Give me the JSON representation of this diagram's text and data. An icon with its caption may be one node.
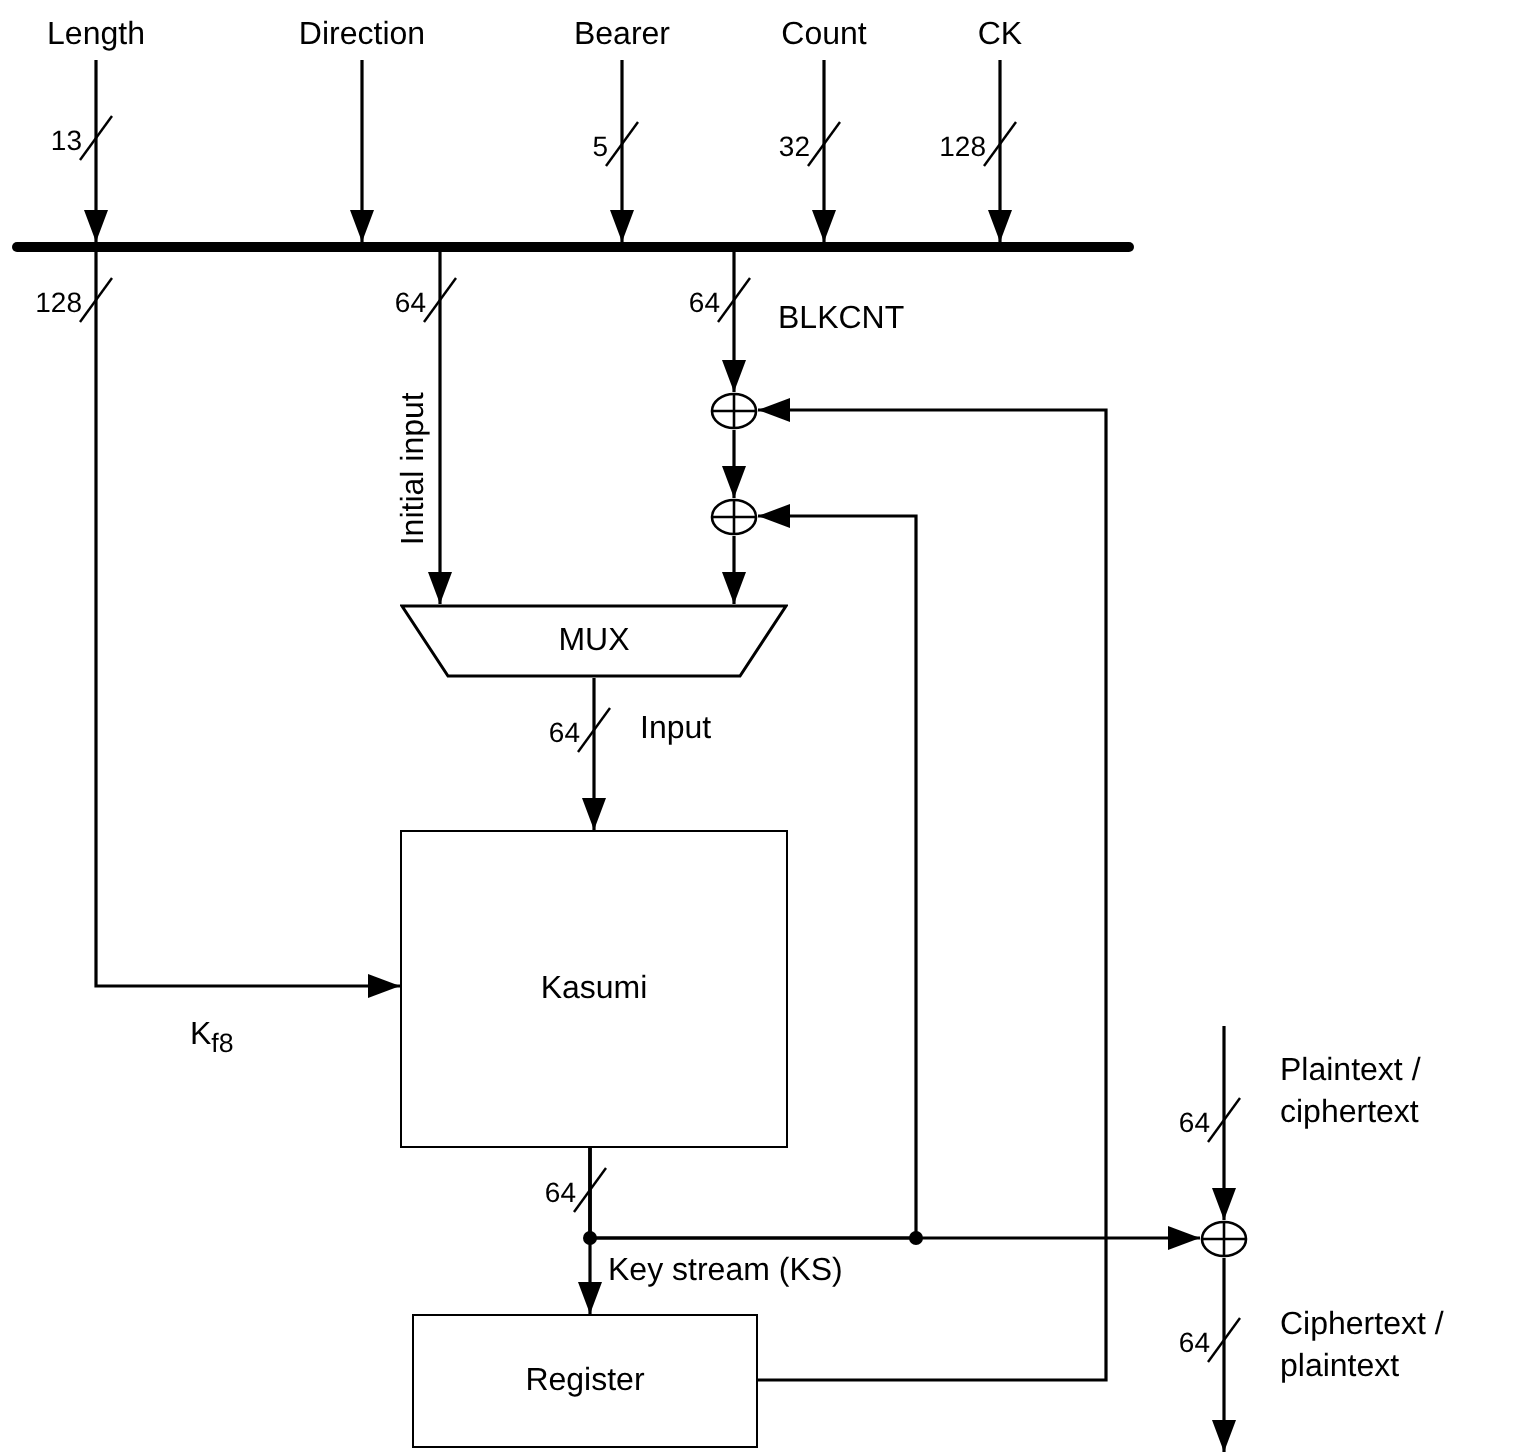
{
  "diagram": {
    "nodes": [
      {
        "text": [
          "Length"
        ]
      },
      {
        "text": [
          "Direction"
        ]
      },
      {
        "text": [
          "Bearer"
        ]
      },
      {
        "text": [
          "Count"
        ]
      },
      {
        "text": [
          "CK"
        ]
      },
      {
        "text": [],
        "shape": "bar"
      },
      {
        "text": [],
        "shape": "circle"
      },
      {
        "text": [],
        "shape": "circle"
      },
      {
        "text": [
          "MUX"
        ]
      },
      {
        "text": [
          "Kasumi"
        ]
      },
      {
        "text": [
          "Register"
        ]
      },
      {
        "text": [],
        "shape": "circle"
      }
    ],
    "edges": [
      {
        "from": 0,
        "to": 5,
        "arrow": "to",
        "label": "13"
      },
      {
        "from": 1,
        "to": 5,
        "arrow": "to"
      },
      {
        "from": 2,
        "to": 5,
        "arrow": "to",
        "label": "5"
      },
      {
        "from": 3,
        "to": 5,
        "arrow": "to",
        "label": "32"
      },
      {
        "from": 4,
        "to": 5,
        "arrow": "to",
        "label": "128"
      },
      {
        "from": 5,
        "to": 9,
        "arrow": "to",
        "label": "128"
      },
      {
        "from": 5,
        "to": 8,
        "arrow": "to",
        "label": "64"
      },
      {
        "from": 5,
        "to": 6,
        "arrow": "to",
        "label": "64"
      },
      {
        "from": 6,
        "to": 7,
        "arrow": "to"
      },
      {
        "from": 7,
        "to": 8,
        "arrow": "to"
      },
      {
        "from": 8,
        "to": 9,
        "arrow": "to",
        "label": "64"
      },
      {
        "from": 9,
        "to": 10,
        "arrow": "to",
        "label": "64"
      },
      {
        "from": 9,
        "to": 7,
        "arrow": "to"
      },
      {
        "from": 9,
        "to": 11,
        "arrow": "to"
      },
      {
        "from": 10,
        "to": 6,
        "arrow": "to"
      },
      {
        "from": null,
        "to": 11,
        "arrow": "to",
        "label": "64"
      },
      {
        "from": 11,
        "to": null,
        "arrow": "to",
        "label": "64"
      }
    ],
    "labels": [
      "BLKCNT",
      "Initial input",
      "Input",
      "K$_{f8}$",
      "Key stream (KS)",
      "Plaintext / ciphertext",
      "Ciphertext / plaintext"
    ]
  }
}
